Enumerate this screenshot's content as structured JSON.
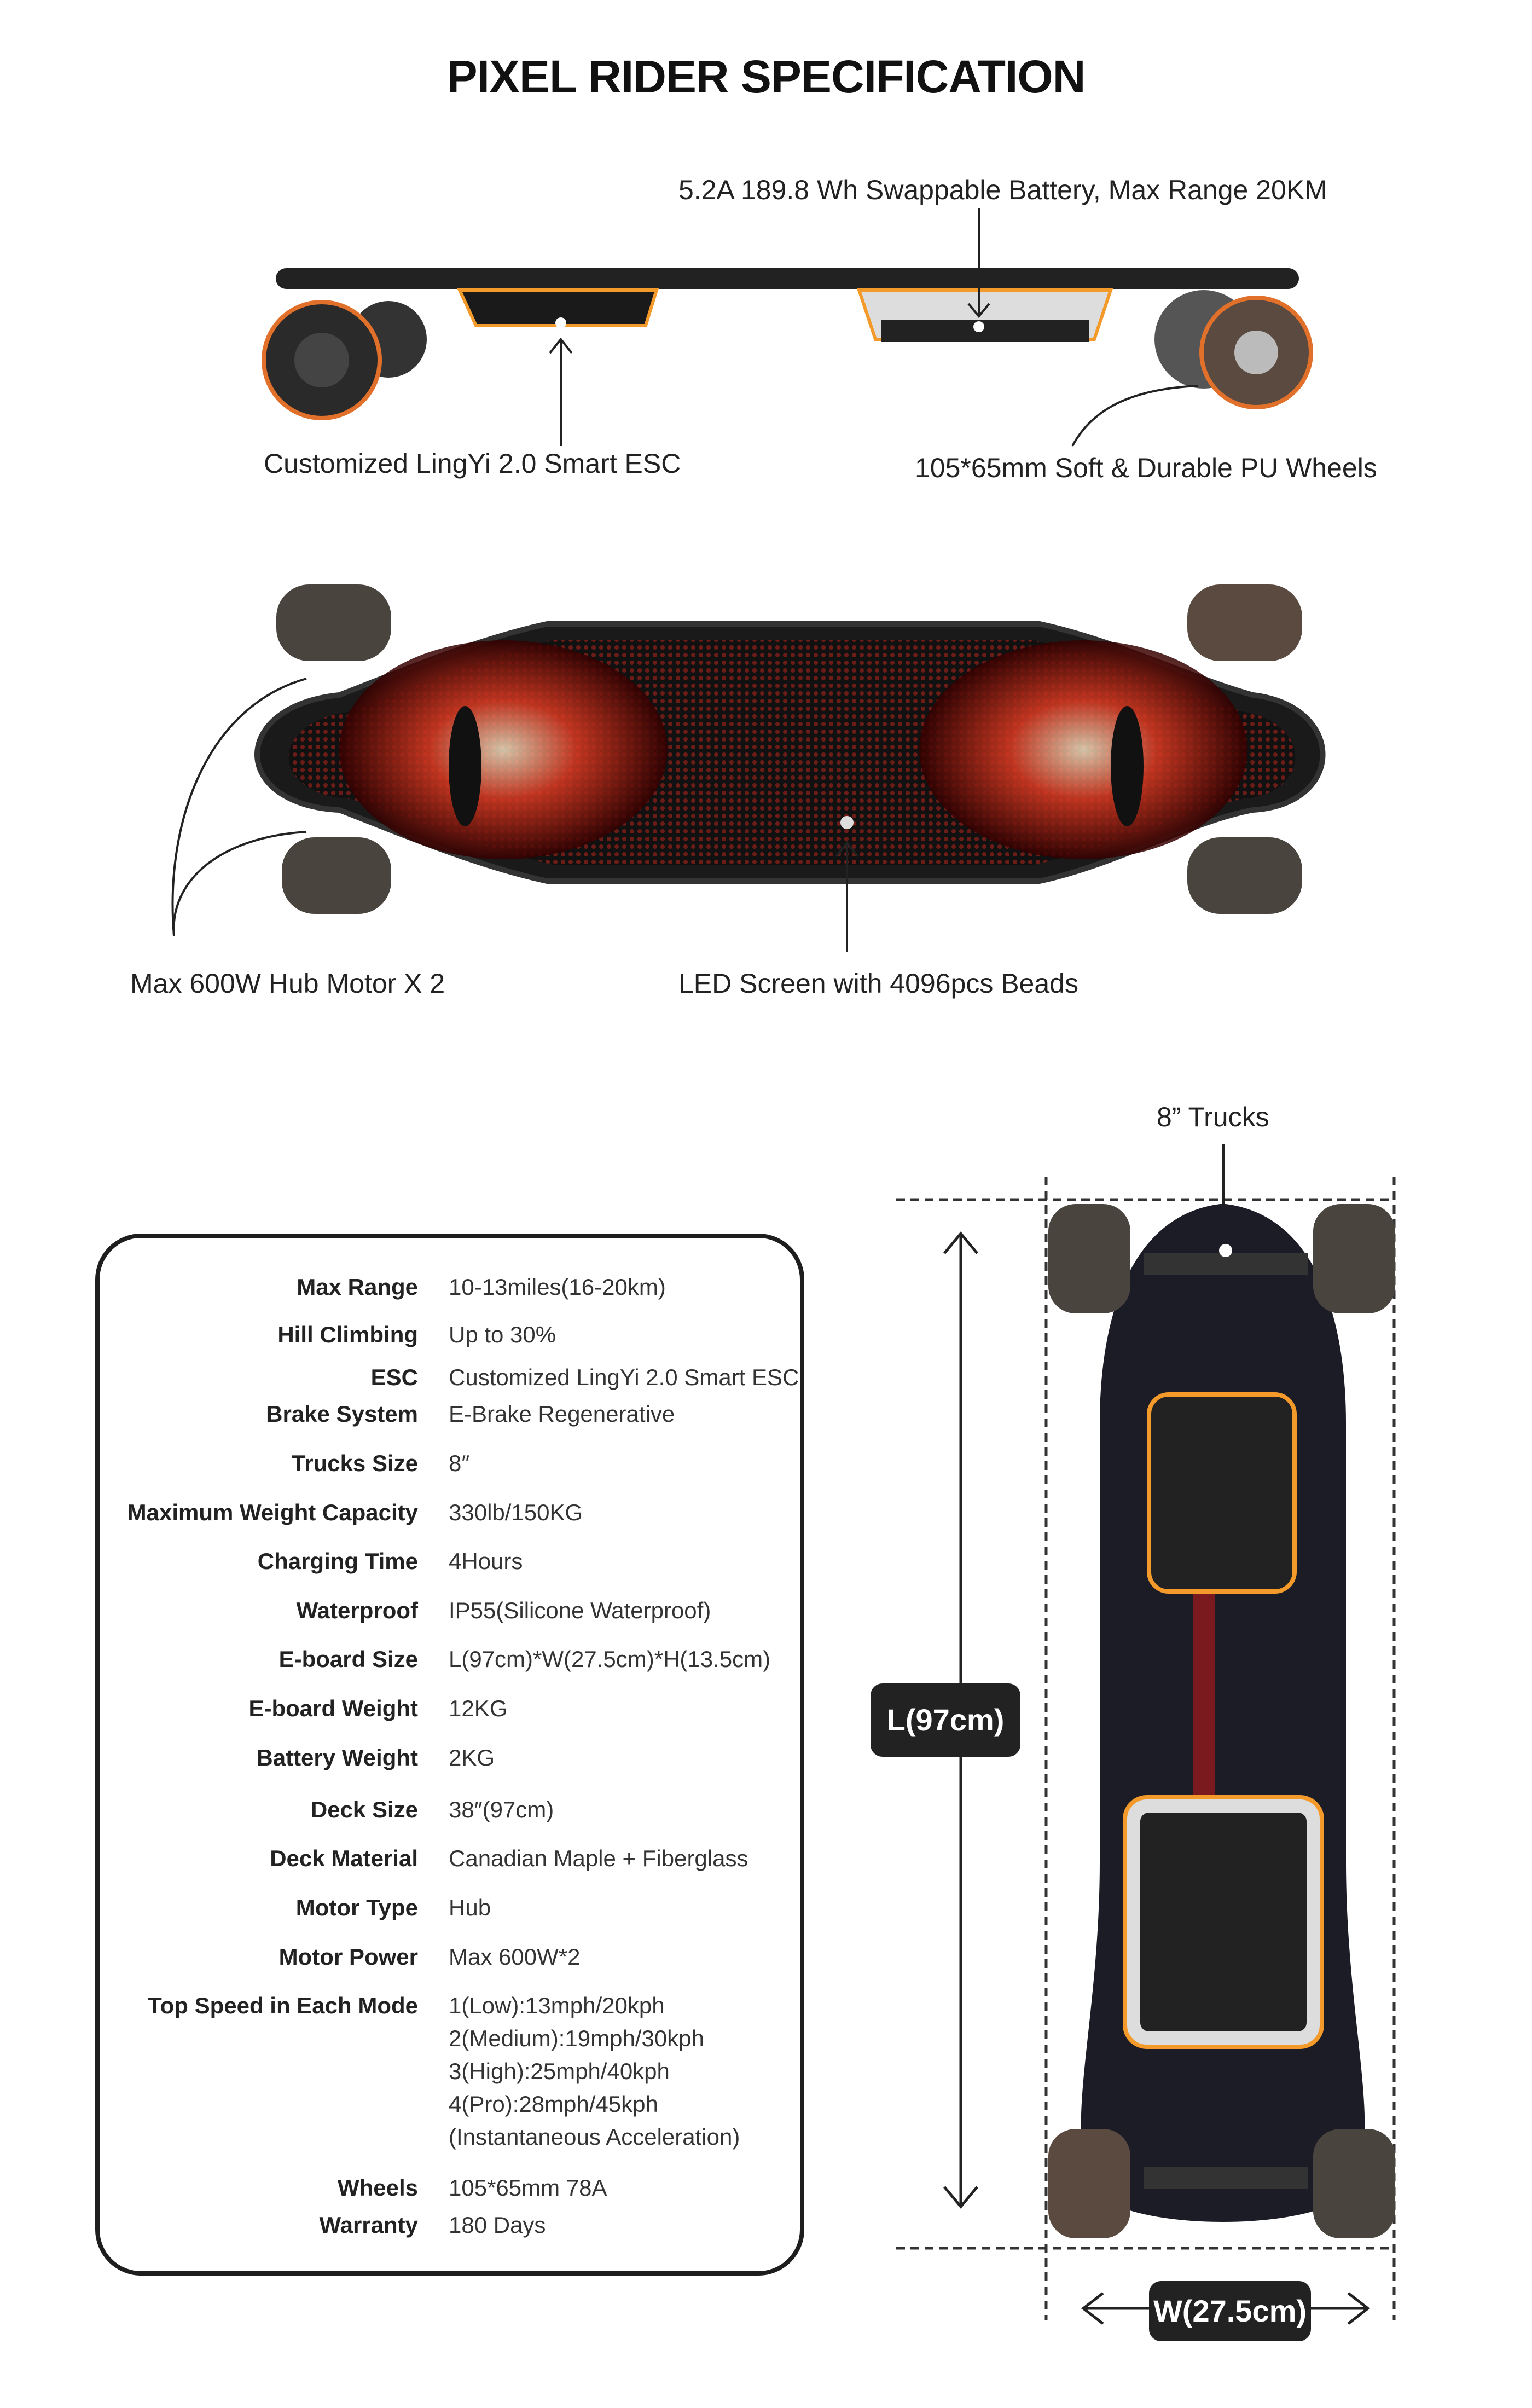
{
  "title": "PIXEL RIDER SPECIFICATION",
  "callouts": {
    "battery": "5.2A 189.8 Wh Swappable Battery, Max Range 20KM",
    "esc": "Customized LingYi 2.0 Smart ESC",
    "wheels": "105*65mm Soft & Durable PU Wheels",
    "motor": "Max 600W Hub Motor X 2",
    "led": "LED Screen with 4096pcs Beads",
    "trucks": "8” Trucks"
  },
  "dimensions": {
    "length": "L(97cm)",
    "width": "W(27.5cm)"
  },
  "specs": [
    {
      "label": "Max Range",
      "value": [
        "10-13miles(16-20km)"
      ]
    },
    {
      "label": "Hill Climbing",
      "value": [
        "Up to 30%"
      ]
    },
    {
      "label": "ESC",
      "value": [
        "Customized LingYi 2.0 Smart ESC"
      ]
    },
    {
      "label": "Brake System",
      "value": [
        "E-Brake Regenerative"
      ]
    },
    {
      "label": "Trucks Size",
      "value": [
        "8″"
      ]
    },
    {
      "label": "Maximum Weight Capacity",
      "value": [
        "330lb/150KG"
      ]
    },
    {
      "label": "Charging Time",
      "value": [
        "4Hours"
      ]
    },
    {
      "label": "Waterproof",
      "value": [
        "IP55(Silicone Waterproof)"
      ]
    },
    {
      "label": "E-board Size",
      "value": [
        "L(97cm)*W(27.5cm)*H(13.5cm)"
      ]
    },
    {
      "label": "E-board Weight",
      "value": [
        "12KG"
      ]
    },
    {
      "label": "Battery Weight",
      "value": [
        "2KG"
      ]
    },
    {
      "label": "Deck Size",
      "value": [
        "38″(97cm)"
      ]
    },
    {
      "label": "Deck Material",
      "value": [
        "Canadian Maple + Fiberglass"
      ]
    },
    {
      "label": "Motor Type",
      "value": [
        "Hub"
      ]
    },
    {
      "label": "Motor Power",
      "value": [
        "Max 600W*2"
      ]
    },
    {
      "label": "Top Speed in Each Mode",
      "value": [
        "1(Low):13mph/20kph",
        "2(Medium):19mph/30kph",
        "3(High):25mph/40kph",
        "4(Pro):28mph/45kph",
        "(Instantaneous Acceleration)"
      ]
    },
    {
      "label": "Wheels",
      "value": [
        "105*65mm 78A"
      ]
    },
    {
      "label": "Warranty",
      "value": [
        "180 Days"
      ]
    }
  ],
  "colors": {
    "accent": "#f39a2b",
    "dark": "#1e1e1e",
    "led": "#c8281e"
  }
}
